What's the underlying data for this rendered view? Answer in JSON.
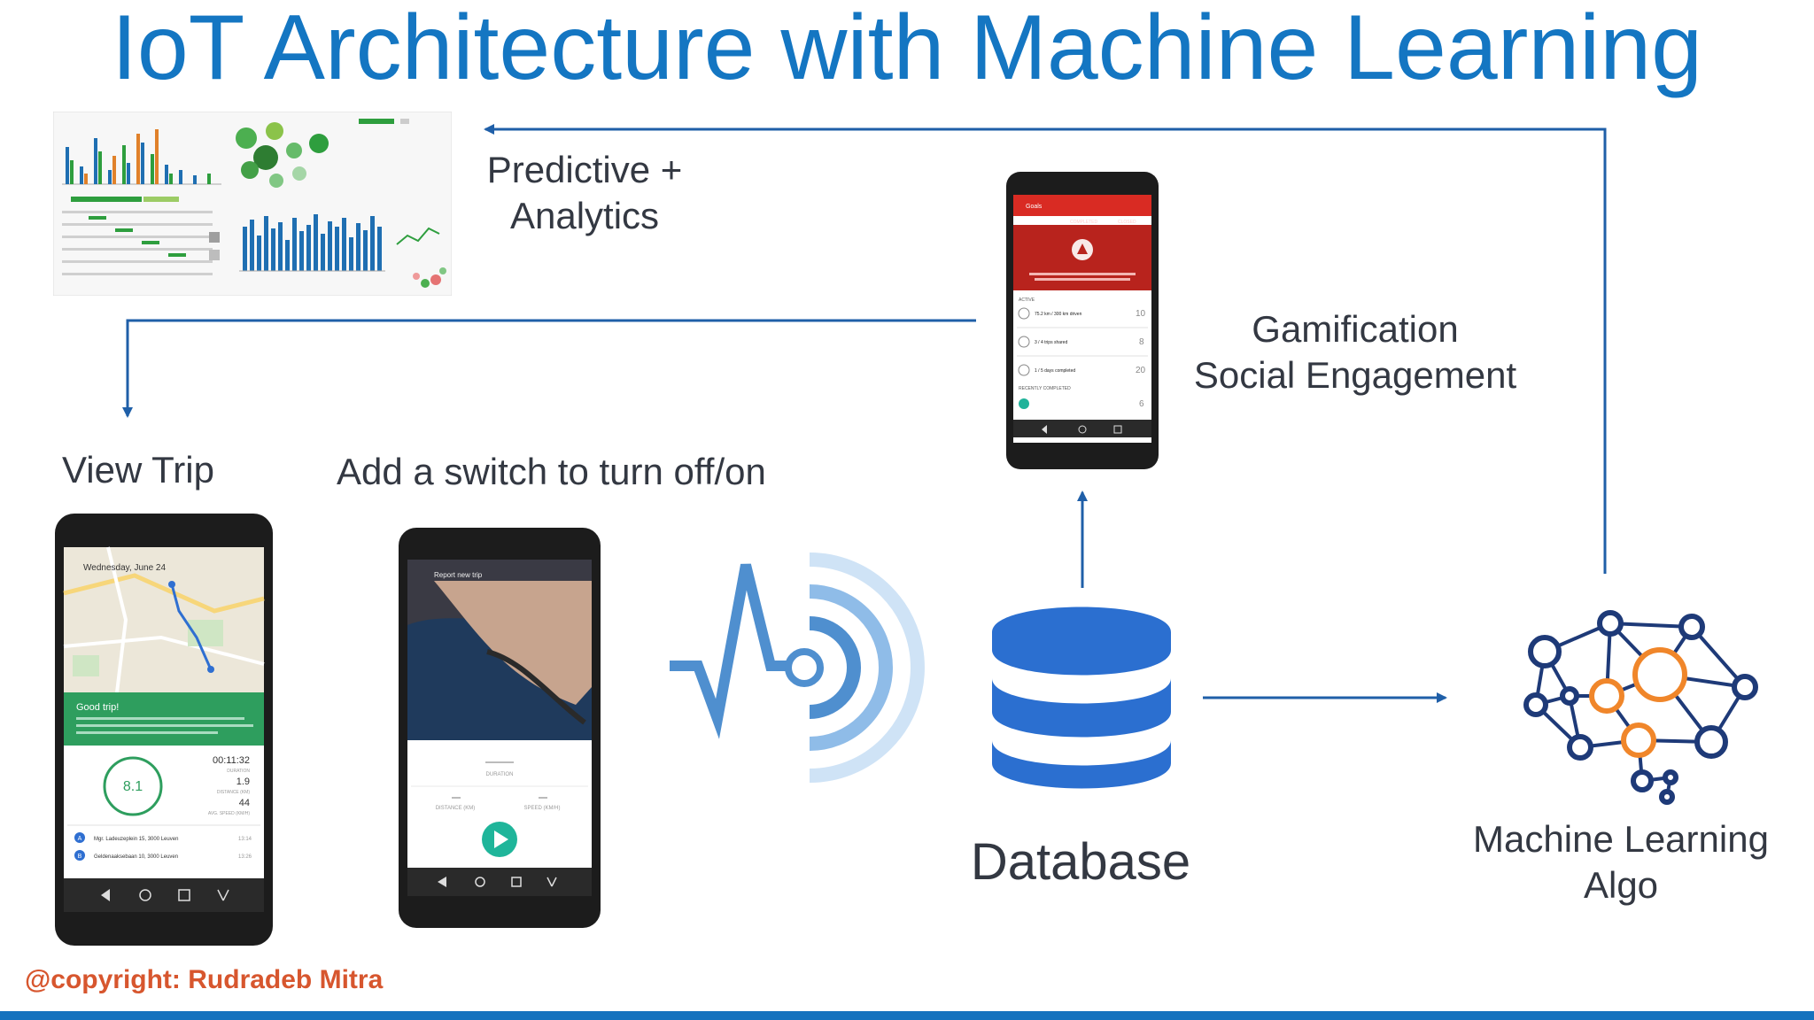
{
  "title": "IoT Architecture with Machine Learning",
  "labels": {
    "predictive_line1": "Predictive +",
    "predictive_line2": "Analytics",
    "gamification_line1": "Gamification",
    "gamification_line2": "Social Engagement",
    "view_trip": "View Trip",
    "switch": "Add a switch to turn off/on",
    "database": "Database",
    "ml_line1": "Machine Learning",
    "ml_line2": "Algo"
  },
  "copyright": "@copyright: Rudradeb Mitra",
  "phone_trip": {
    "header": "Wednesday, June 24",
    "banner_title": "Good trip!",
    "score": "8.1",
    "duration": "00:11:32",
    "distance": "1.9",
    "speed": "44",
    "duration_label": "DURATION",
    "distance_label": "DISTANCE (KM)",
    "speed_label": "AVG. SPEED (KM/H)",
    "address_a": "Mgr. Ladeuzeplein 15, 3000 Leuven",
    "address_b": "Geldenaaksebaan 10, 3000 Leuven",
    "time_a": "13:14",
    "time_b": "13:26"
  },
  "phone_record": {
    "header": "Report new trip",
    "duration_label": "DURATION",
    "distance_label": "DISTANCE (KM)",
    "speed_label": "SPEED (KM/H)"
  },
  "phone_game": {
    "header": "Goals",
    "tab1": "ALL",
    "tab2": "COMPLETED",
    "tab3": "CLOSED",
    "active_label": "ACTIVE",
    "recent_label": "RECENTLY COMPLETED",
    "item1": "75.2 km / 300 km driven",
    "item2": "3 / 4 trips shared",
    "item3": "1 / 5 days completed",
    "pts1": "10",
    "pts2": "8",
    "pts3": "20",
    "pts4": "6"
  },
  "colors": {
    "title": "#1476c2",
    "arrow": "#1f5fa8",
    "database": "#2b6fd0",
    "ml_blue": "#1e3a78",
    "ml_orange": "#f0862a",
    "copyright": "#d7562e",
    "trip_green": "#2e9e5e",
    "game_red": "#e2322a",
    "signal_blue": "#4f8fcf"
  }
}
